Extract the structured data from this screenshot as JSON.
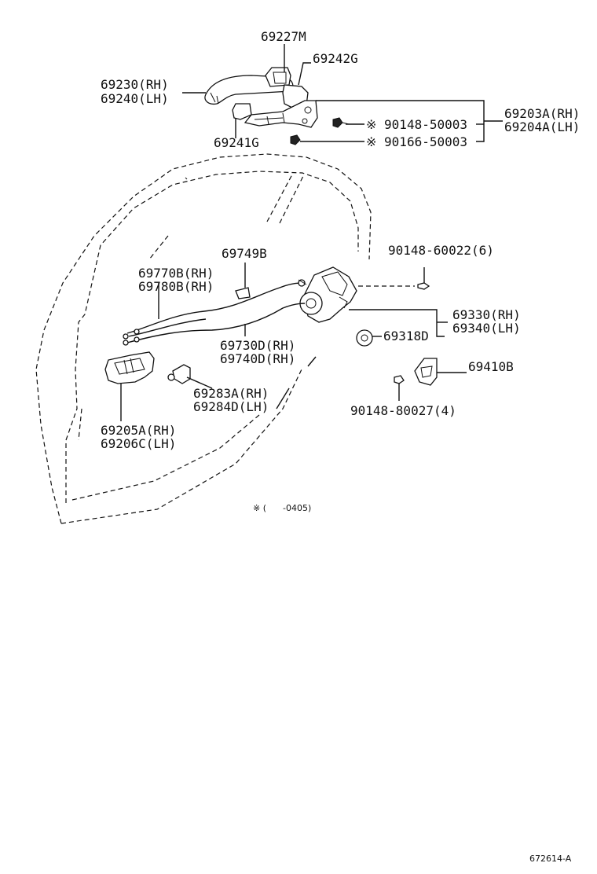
{
  "labels": {
    "p69227M": "69227M",
    "p69242G": "69242G",
    "p69230": "69230(RH)",
    "p69240": "69240(LH)",
    "p69203A": "69203A(RH)",
    "p69204A": "69204A(LH)",
    "p90148_50003": "※ 90148-50003",
    "p90166_50003": "※ 90166-50003",
    "p69241G": "69241G",
    "p69749B": "69749B",
    "p90148_60022": "90148-60022(6)",
    "p69770B": "69770B(RH)",
    "p69780B": "69780B(RH)",
    "p69330": "69330(RH)",
    "p69340": "69340(LH)",
    "p69318D": "69318D",
    "p69730D": "69730D(RH)",
    "p69740D": "69740D(RH)",
    "p69410B": "69410B",
    "p69283A": "69283A(RH)",
    "p69284D": "69284D(LH)",
    "p90148_80027": "90148-80027(4)",
    "p69205A": "69205A(RH)",
    "p69206C": "69206C(LH)",
    "note": "※ (      -0405)",
    "figure_code": "672614-A"
  }
}
